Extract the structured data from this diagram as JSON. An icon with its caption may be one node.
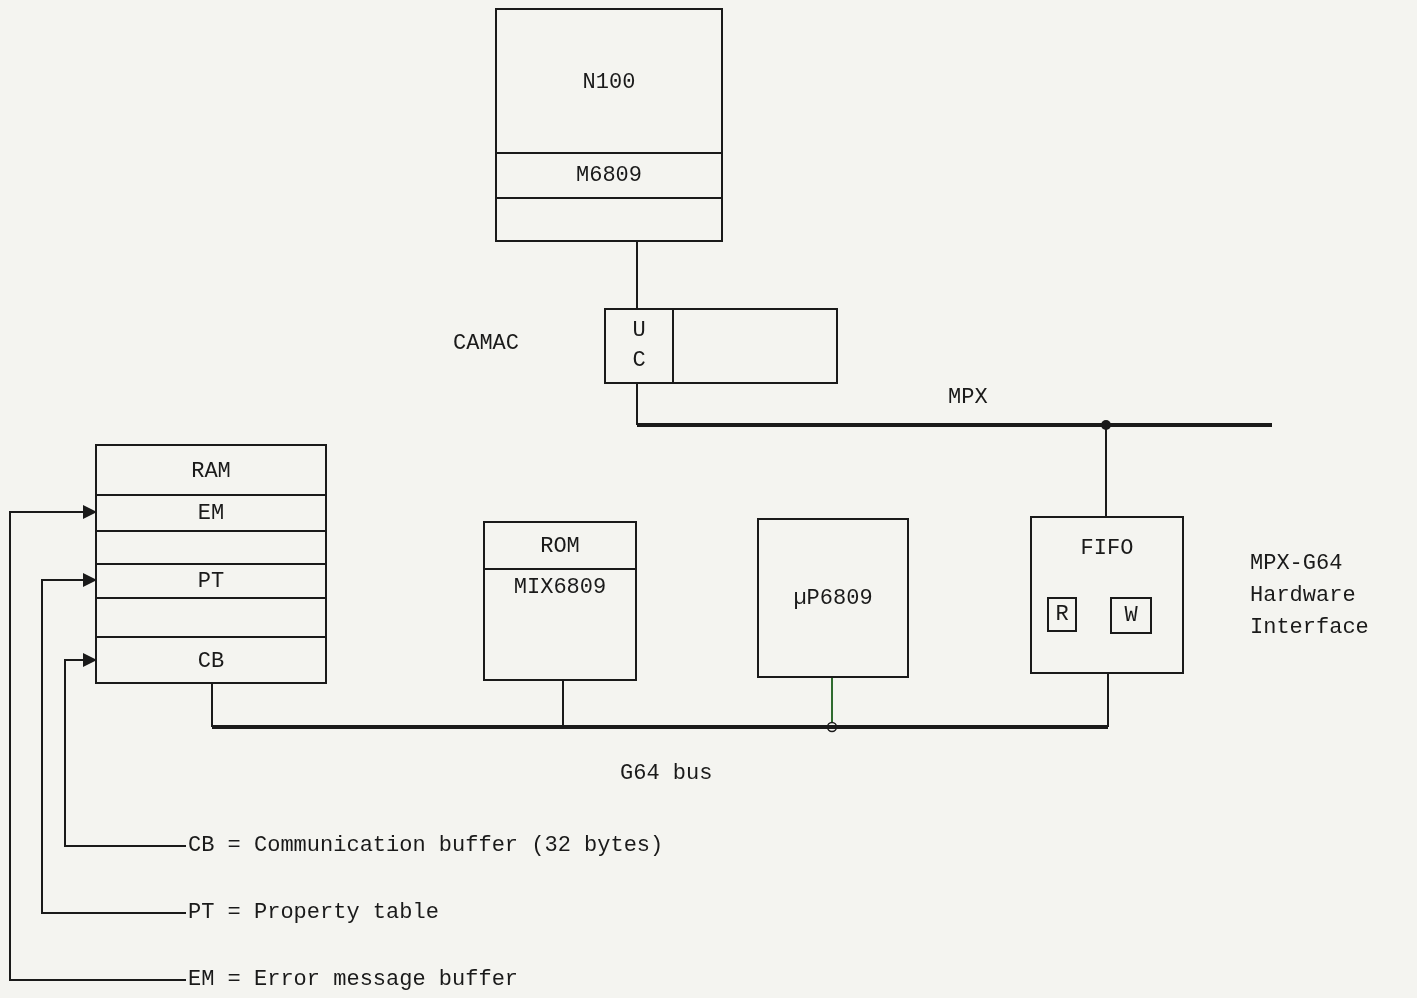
{
  "diagram": {
    "nodes": [
      {
        "text": [
          "N100"
        ]
      },
      {
        "text": [
          "M6809"
        ],
        "in": 0
      },
      {
        "text": [],
        "shape": "box",
        "in": 0
      },
      {
        "text": [],
        "shape": "box",
        "beside": [
          "CAMAC"
        ]
      },
      {
        "text": [
          "U C"
        ],
        "in": 3
      },
      {
        "text": [],
        "shape": "bar",
        "beside": [
          "MPX"
        ]
      },
      {
        "text": [
          "RAM"
        ]
      },
      {
        "text": [
          "EM"
        ],
        "in": 6
      },
      {
        "text": [],
        "shape": "box",
        "in": 6
      },
      {
        "text": [
          "PT"
        ],
        "in": 6
      },
      {
        "text": [],
        "shape": "box",
        "in": 6
      },
      {
        "text": [
          "CB"
        ],
        "in": 6
      },
      {
        "text": [
          "ROM"
        ]
      },
      {
        "text": [
          "MIX6809"
        ],
        "in": 12
      },
      {
        "text": [
          "µP6809"
        ]
      },
      {
        "text": [
          "FIFO"
        ],
        "beside": [
          "MPX-G64 Hardware Interface"
        ]
      },
      {
        "text": [
          "R"
        ],
        "in": 15
      },
      {
        "text": [
          "W"
        ],
        "in": 15
      },
      {
        "text": [],
        "shape": "bar",
        "beside": [
          "G64 bus"
        ]
      },
      {
        "text": [
          "CB = Communication buffer (32 bytes)"
        ]
      },
      {
        "text": [
          "PT = Property table"
        ]
      },
      {
        "text": [
          "EM = Error message buffer"
        ]
      }
    ],
    "edges": [
      {
        "from": 2,
        "to": 4,
        "arrow": "none"
      },
      {
        "from": 4,
        "to": 5,
        "arrow": "none"
      },
      {
        "from": 5,
        "to": 15,
        "arrow": "other"
      },
      {
        "from": 6,
        "to": 18,
        "arrow": "none"
      },
      {
        "from": 12,
        "to": 18,
        "arrow": "none"
      },
      {
        "from": 14,
        "to": 18,
        "arrow": "other",
        "color": "#2f6b2f"
      },
      {
        "from": 15,
        "to": 18,
        "arrow": "none"
      },
      {
        "from": 19,
        "to": 11,
        "arrow": "to"
      },
      {
        "from": 20,
        "to": 9,
        "arrow": "to"
      },
      {
        "from": 21,
        "to": 7,
        "arrow": "to"
      }
    ]
  }
}
